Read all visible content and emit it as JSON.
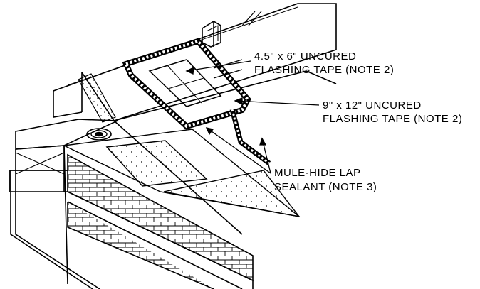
{
  "callouts": {
    "small_tape": {
      "line1": "4.5\" x 6\" UNCURED",
      "line2": "FLASHING TAPE (NOTE 2)"
    },
    "large_tape": {
      "line1": "9\" x 12\" UNCURED",
      "line2": "FLASHING TAPE (NOTE 2)"
    },
    "sealant": {
      "line1": "MULE-HIDE LAP",
      "line2": "SEALANT (NOTE 3)"
    }
  },
  "colors": {
    "line": "#000000",
    "background": "#ffffff"
  }
}
